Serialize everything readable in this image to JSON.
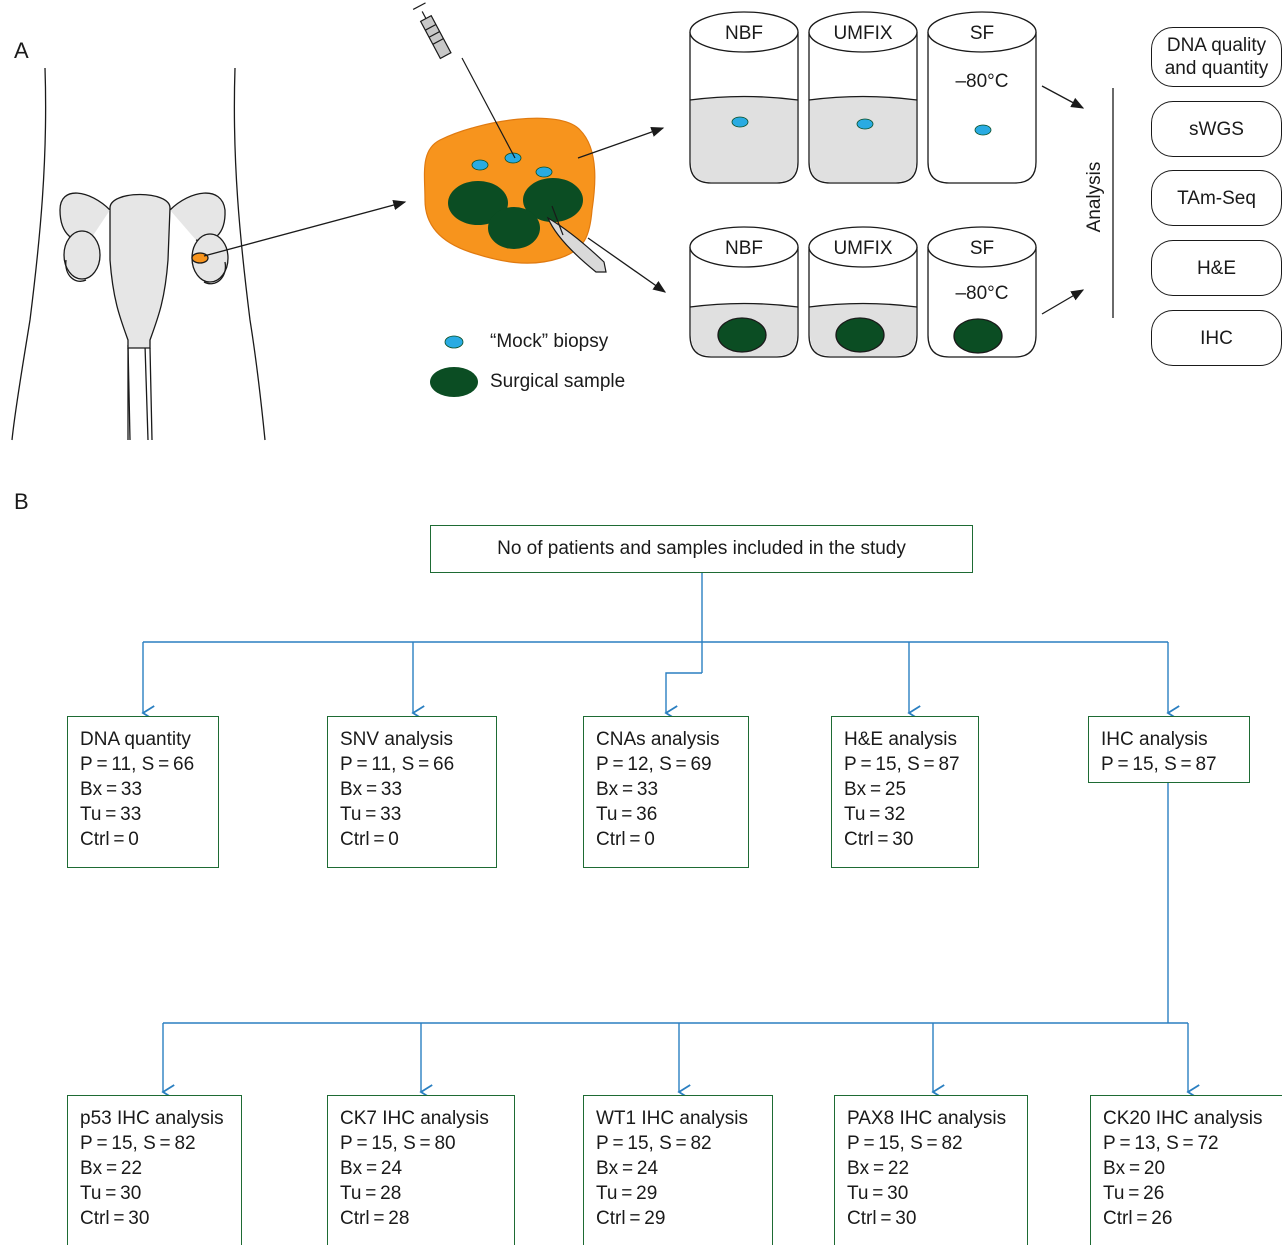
{
  "panel_a": {
    "label": "A",
    "jars_top": [
      {
        "label": "NBF",
        "temp": ""
      },
      {
        "label": "UMFIX",
        "temp": ""
      },
      {
        "label": "SF",
        "temp": "–80°C"
      }
    ],
    "jars_bottom": [
      {
        "label": "NBF",
        "temp": ""
      },
      {
        "label": "UMFIX",
        "temp": ""
      },
      {
        "label": "SF",
        "temp": "–80°C"
      }
    ],
    "legend": {
      "mock": "“Mock” biopsy",
      "surgical": "Surgical sample"
    },
    "analysis_label": "Analysis",
    "analyses": [
      {
        "line1": "DNA quality",
        "line2": "and quantity"
      },
      {
        "line1": "sWGS",
        "line2": ""
      },
      {
        "line1": "TAm-Seq",
        "line2": ""
      },
      {
        "line1": "H&E",
        "line2": ""
      },
      {
        "line1": "IHC",
        "line2": ""
      }
    ],
    "colors": {
      "tissue": "#f7941d",
      "surgical": "#0b4d23",
      "biopsy": "#29abe2",
      "uterus": "#e6e6e6"
    }
  },
  "panel_b": {
    "label": "B",
    "root": "No of patients and samples included in the study",
    "level1": [
      {
        "lines": [
          "DNA quantity",
          "P = 11, S = 66",
          "Bx = 33",
          "Tu = 33",
          "Ctrl = 0"
        ]
      },
      {
        "lines": [
          "SNV analysis",
          "P = 11, S = 66",
          "Bx = 33",
          "Tu = 33",
          "Ctrl = 0"
        ]
      },
      {
        "lines": [
          "CNAs analysis",
          "P = 12, S = 69",
          "Bx = 33",
          "Tu = 36",
          "Ctrl = 0"
        ]
      },
      {
        "lines": [
          "H&E analysis",
          "P = 15, S = 87",
          "Bx = 25",
          "Tu = 32",
          "Ctrl = 30"
        ]
      },
      {
        "lines": [
          "IHC analysis",
          "P = 15, S = 87"
        ]
      }
    ],
    "level2": [
      {
        "lines": [
          "p53 IHC analysis",
          "P = 15, S = 82",
          "Bx = 22",
          "Tu = 30",
          "Ctrl = 30"
        ]
      },
      {
        "lines": [
          "CK7 IHC analysis",
          "P = 15, S = 80",
          "Bx = 24",
          "Tu = 28",
          "Ctrl = 28"
        ]
      },
      {
        "lines": [
          "WT1 IHC analysis",
          "P = 15, S = 82",
          "Bx = 24",
          "Tu = 29",
          "Ctrl = 29"
        ]
      },
      {
        "lines": [
          "PAX8 IHC analysis",
          "P = 15, S = 82",
          "Bx = 22",
          "Tu = 30",
          "Ctrl = 30"
        ]
      },
      {
        "lines": [
          "CK20 IHC analysis",
          "P = 13, S = 72",
          "Bx = 20",
          "Tu = 26",
          "Ctrl = 26"
        ]
      }
    ],
    "colors": {
      "connector": "#2a7fc1",
      "box_border": "#1e6b34"
    }
  }
}
